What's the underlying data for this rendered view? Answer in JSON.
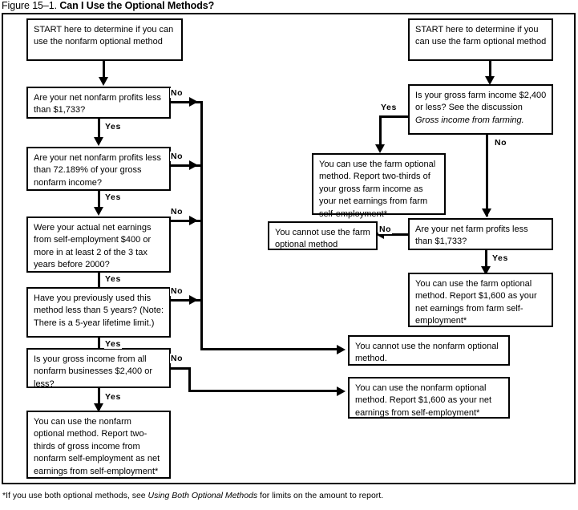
{
  "figure": {
    "number": "Figure 15–1.",
    "title": "Can I Use the Optional Methods?",
    "footnote_prefix": "*If you use both optional methods, see ",
    "footnote_italic": "Using Both Optional Methods",
    "footnote_suffix": " for limits on the amount to report."
  },
  "edge_labels": {
    "no": "No",
    "yes": "Yes"
  },
  "nonfarm": {
    "start": "START here to determine if you can use the nonfarm optional method",
    "q1": "Are your net nonfarm profits less than $1,733?",
    "q2": "Are your net nonfarm profits less than 72.189% of your gross nonfarm income?",
    "q3": "Were your actual net earnings from self-employment $400 or more in at least 2 of the 3 tax years before 2000?",
    "q4": "Have you previously used this method less than 5 years? (Note: There is a 5-year lifetime limit.)",
    "q5": "Is your gross income from all nonfarm businesses $2,400 or less?",
    "result_two_thirds": "You can use the nonfarm optional method. Report two-thirds of gross income from nonfarm self-employment as net earnings from self-employment*",
    "result_cannot": "You cannot use the nonfarm optional method.",
    "result_1600": "You can use the nonfarm optional method. Report $1,600 as your net earnings from self-employment*"
  },
  "farm": {
    "start": "START here to determine if you can use the farm optional method",
    "q1_text_a": "Is your gross farm income $2,400 or less? See the discussion ",
    "q1_text_italic": "Gross income from farming.",
    "q2": "Are your net farm profits less than $1,733?",
    "result_two_thirds": "You can use the farm optional method. Report two-thirds of your gross farm income as your net earnings from farm self-employment*",
    "result_cannot": "You cannot use the farm optional method",
    "result_1600": "You can use the farm optional method. Report $1,600 as your net earnings from farm self-employment*"
  },
  "colors": {
    "ink": "#000000",
    "paper": "#ffffff"
  }
}
